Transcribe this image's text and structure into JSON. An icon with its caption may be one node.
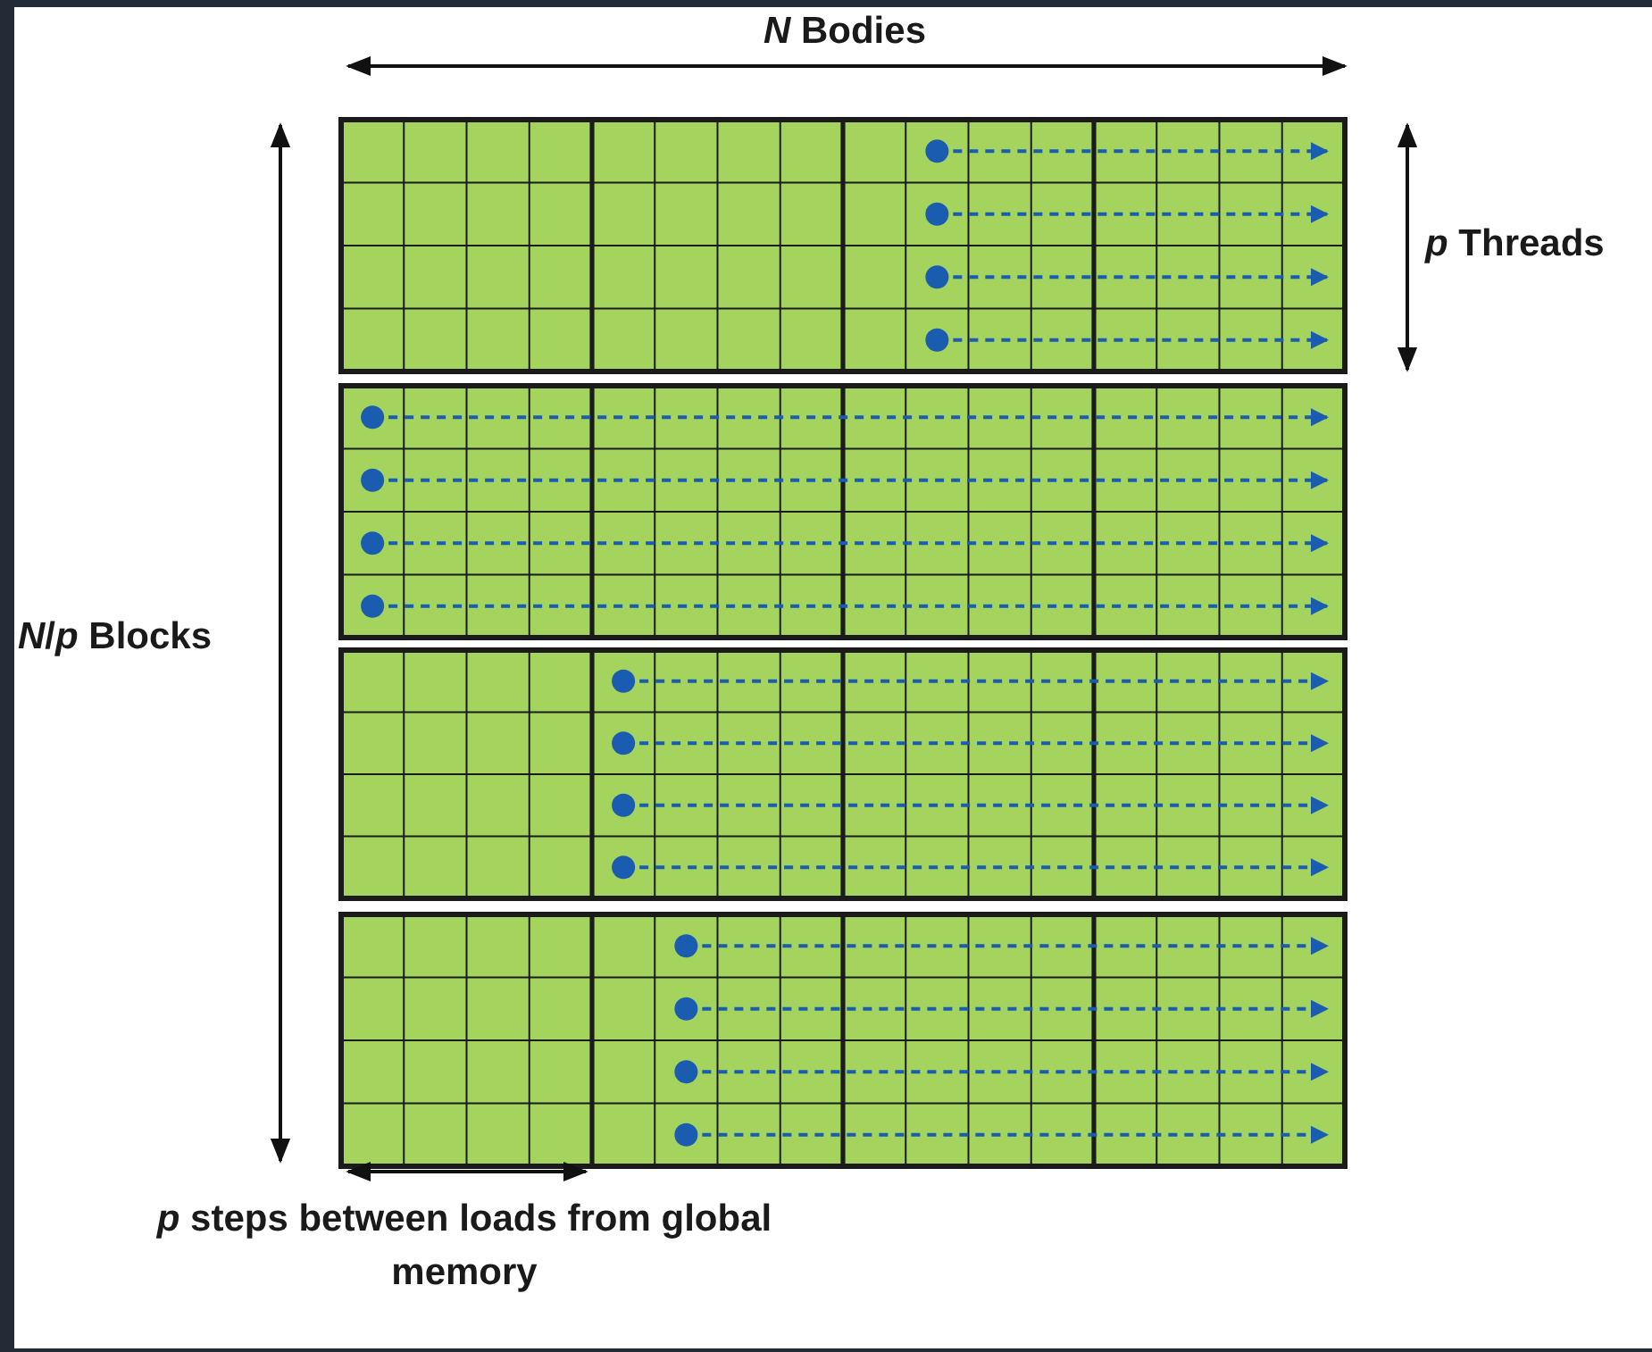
{
  "diagram": {
    "labels": [
      "*N* Bodies",
      "*p* Threads",
      "*N*/*p* Blocks",
      "*p* steps between loads from global memory"
    ]
  }
}
